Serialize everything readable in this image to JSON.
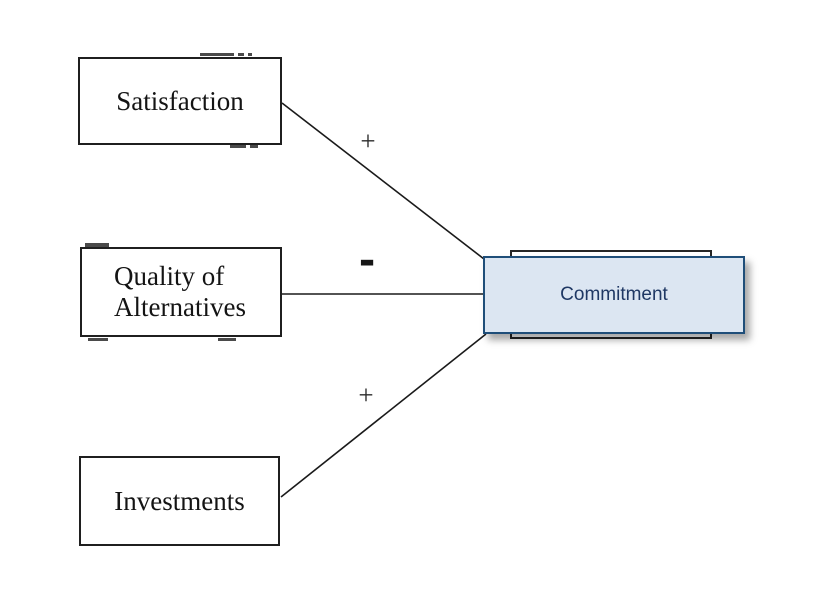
{
  "diagram": {
    "kind": "path-model",
    "nodes": {
      "satisfaction": {
        "label": "Satisfaction"
      },
      "quality_of_alternatives": {
        "label_line1": "Quality of",
        "label_line2": "Alternatives"
      },
      "investments": {
        "label": "Investments"
      },
      "commitment": {
        "label": "Commitment"
      }
    },
    "edges": {
      "satisfaction_to_commitment": {
        "from": "Satisfaction",
        "to": "Commitment",
        "sign": "+"
      },
      "quality_of_alternatives_to_commitment": {
        "from": "Quality of Alternatives",
        "to": "Commitment",
        "sign": "-"
      },
      "investments_to_commitment": {
        "from": "Investments",
        "to": "Commitment",
        "sign": "+"
      }
    },
    "colors": {
      "background": "#ffffff",
      "node_border": "#1f1f1f",
      "node_text": "#141414",
      "commitment_fill": "#dce6f2",
      "commitment_border": "#1f4e79",
      "commitment_text": "#1f3864",
      "edge_line": "#1a1a1a"
    }
  }
}
